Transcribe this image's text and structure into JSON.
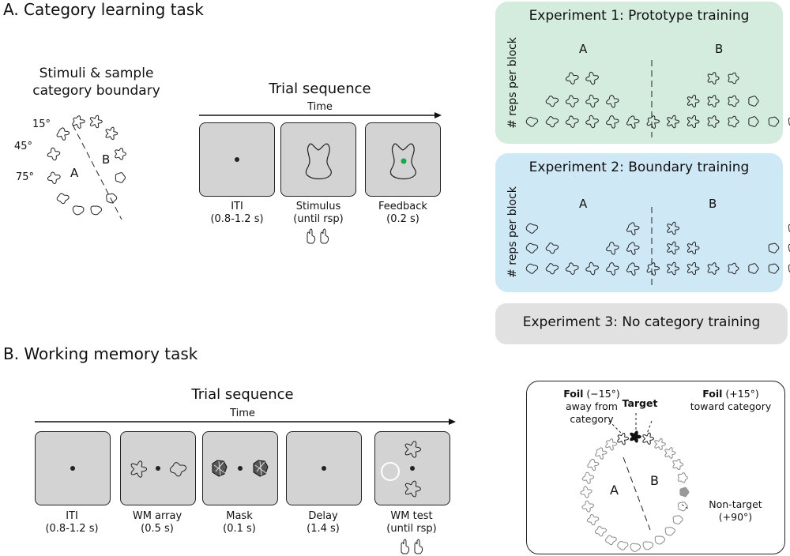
{
  "sectionA": {
    "title": "A. Category learning task"
  },
  "stimuli": {
    "title_line1": "Stimuli & sample",
    "title_line2": "category boundary",
    "angles": [
      "15°",
      "45°",
      "75°"
    ],
    "labelA": "A",
    "labelB": "B"
  },
  "trialA": {
    "title": "Trial sequence",
    "time": "Time",
    "frames": [
      {
        "label1": "ITI",
        "label2": "(0.8-1.2 s)"
      },
      {
        "label1": "Stimulus",
        "label2": "(until rsp)"
      },
      {
        "label1": "Feedback",
        "label2": "(0.2 s)"
      }
    ]
  },
  "exp1": {
    "title": "Experiment 1: Prototype training",
    "ylabel": "# reps per block",
    "labelA": "A",
    "labelB": "B"
  },
  "exp2": {
    "title": "Experiment 2: Boundary training",
    "ylabel": "# reps per block",
    "labelA": "A",
    "labelB": "B"
  },
  "exp3": {
    "title": "Experiment 3: No category training"
  },
  "sectionB": {
    "title": "B. Working memory task"
  },
  "trialB": {
    "title": "Trial sequence",
    "time": "Time",
    "frames": [
      {
        "label1": "ITI",
        "label2": "(0.8-1.2 s)"
      },
      {
        "label1": "WM array",
        "label2": "(0.5 s)"
      },
      {
        "label1": "Mask",
        "label2": "(0.1 s)"
      },
      {
        "label1": "Delay",
        "label2": "(1.4 s)"
      },
      {
        "label1": "WM test",
        "label2": "(until rsp)"
      }
    ]
  },
  "wmdiagram": {
    "foil_left_bold": "Foil",
    "foil_left_rest": " (−15°)",
    "foil_left_line2": "away from",
    "foil_left_line3": "category",
    "target": "Target",
    "foil_right_bold": "Foil",
    "foil_right_rest": " (+15°)",
    "foil_right_line2": "toward category",
    "nontarget_line1": "Non-target",
    "nontarget_line2": "(+90°)",
    "labelA": "A",
    "labelB": "B"
  },
  "colors": {
    "exp1_bg": "#d3ecdd",
    "exp2_bg": "#cfe8f6",
    "exp3_bg": "#e1e1e1",
    "screen": "#d3d3d3",
    "feedback": "#1aa64b"
  }
}
